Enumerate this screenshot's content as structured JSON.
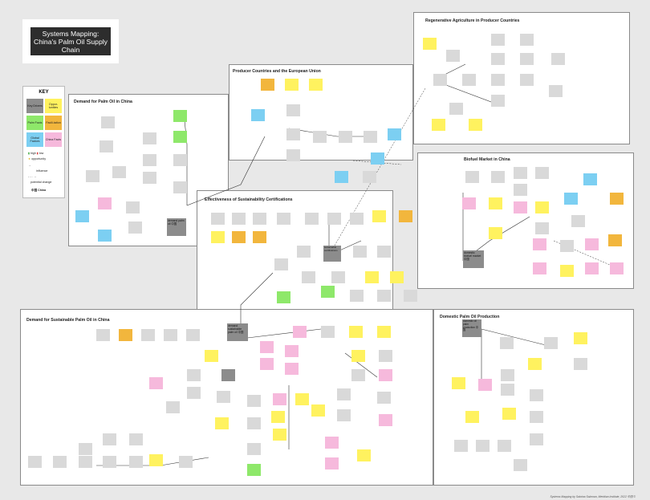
{
  "title": "Systems Mapping: China's Palm Oil Supply Chain",
  "key": {
    "title": "KEY",
    "cells": [
      {
        "label": "Key Drivers",
        "color": "#8c8c8c"
      },
      {
        "label": "Oppor-tunities",
        "color": "#fff25f"
      },
      {
        "label": "Palm Facts",
        "color": "#8ee86a"
      },
      {
        "label": "Facili-tation",
        "color": "#f2b63d"
      },
      {
        "label": "Global Factors",
        "color": "#7ccff2"
      },
      {
        "label": "China Facts",
        "color": "#f6b9dc"
      }
    ],
    "high": "high",
    "low": "low",
    "opportunity": "opportunity",
    "influence": "influence",
    "potential_change": "potential change",
    "china": "中国 China"
  },
  "sections": {
    "regenerative": "Regenerative Agriculture in Producer Countries",
    "producer_eu": "Producer Countries and the European Union",
    "demand_china": "Demand for Palm Oil in China",
    "biofuel": "Biofuel Market in China",
    "certifications": "Effectiveness of Sustainability Certifications",
    "sustainable": "Demand for Sustainable Palm Oil in China",
    "domestic": "Domestic Palm Oil Production"
  },
  "key_nodes": {
    "demand_palm_oil": "demand palm oil 中国",
    "demand_sustainable": "demand sustainable palm oil 中国",
    "domestic_biofuel": "domestic biofuel market 中国",
    "sustainable_certs": "sustainable certifications",
    "domestic_production": "domestic oil palm production 中国"
  },
  "credit": "Systems Mapping by Sabrina Salzman, Meridian Institute, 2022 中国 ©"
}
